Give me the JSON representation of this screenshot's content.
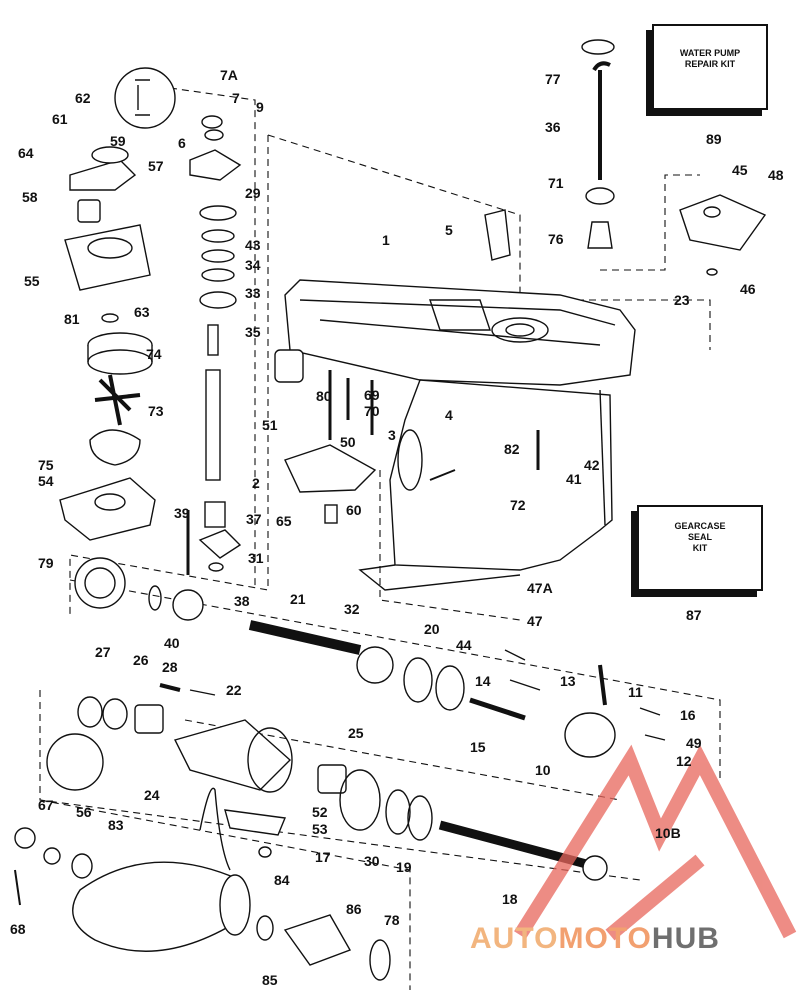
{
  "diagram": {
    "kits": {
      "water_pump": {
        "line1": "WATER PUMP",
        "line2": "REPAIR KIT",
        "number": "89"
      },
      "gearcase_seal": {
        "line1": "GEARCASE",
        "line2": "SEAL",
        "line3": "KIT",
        "number": "87"
      }
    },
    "callouts": [
      "1",
      "2",
      "3",
      "4",
      "5",
      "6",
      "7",
      "7A",
      "9",
      "10",
      "10B",
      "11",
      "12",
      "13",
      "14",
      "15",
      "16",
      "17",
      "18",
      "19",
      "20",
      "21",
      "22",
      "23",
      "24",
      "25",
      "26",
      "27",
      "28",
      "29",
      "30",
      "31",
      "32",
      "33",
      "34",
      "35",
      "36",
      "37",
      "38",
      "39",
      "40",
      "41",
      "42",
      "43",
      "44",
      "45",
      "46",
      "47",
      "47A",
      "48",
      "49",
      "50",
      "51",
      "52",
      "53",
      "54",
      "55",
      "56",
      "57",
      "58",
      "59",
      "60",
      "61",
      "62",
      "63",
      "64",
      "65",
      "67",
      "68",
      "69",
      "70",
      "71",
      "72",
      "73",
      "74",
      "75",
      "76",
      "77",
      "78",
      "79",
      "80",
      "81",
      "82",
      "83",
      "84",
      "85",
      "86"
    ],
    "watermark": {
      "part1": "AUTO",
      "part2": "MOTO",
      "part3": "HUB"
    }
  }
}
